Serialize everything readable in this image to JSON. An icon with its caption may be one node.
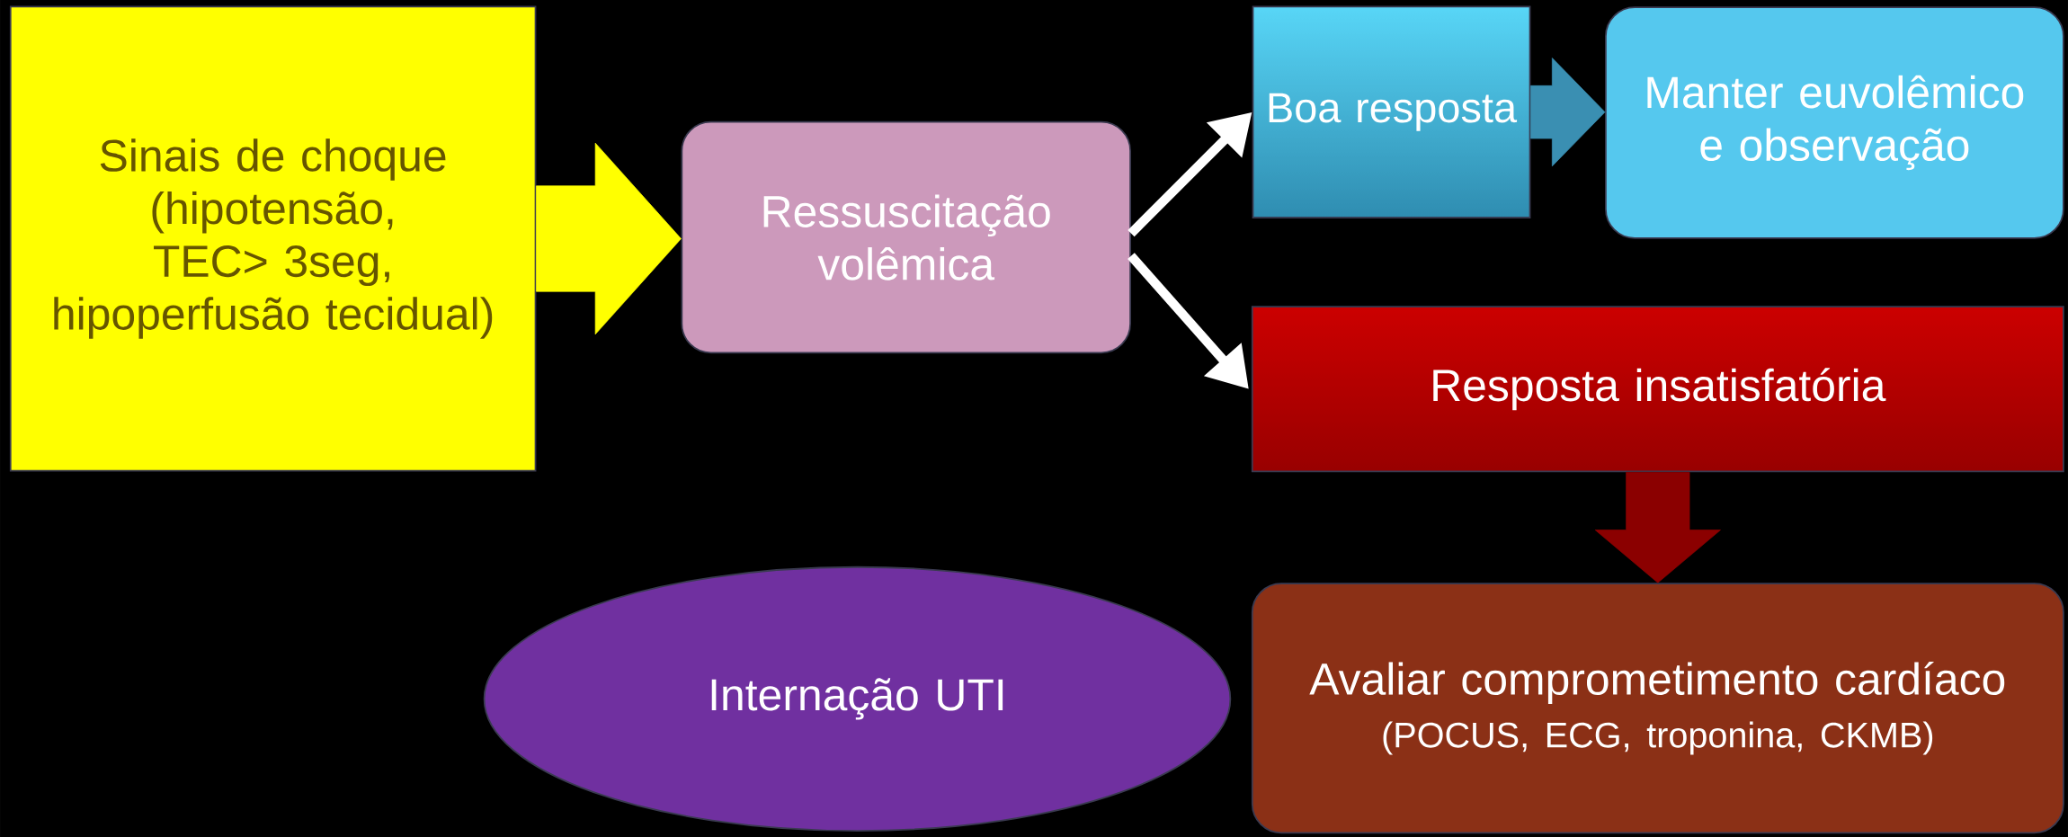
{
  "diagram": {
    "nodes": [
      {
        "text": [
          "Sinais de choque (hipotensão, TEC> 3seg, hipoperfusão tecidual)"
        ]
      },
      {
        "text": [
          "Ressuscitação volêmica"
        ]
      },
      {
        "text": [
          "Boa resposta"
        ]
      },
      {
        "text": [
          "Manter euvolêmico e observação"
        ]
      },
      {
        "text": [
          "Resposta insatisfatória"
        ]
      },
      {
        "text": [
          "Avaliar comprometimento cardíaco",
          "(POCUS, ECG, troponina, CKMB)"
        ]
      },
      {
        "text": [
          "Internação UTI"
        ]
      }
    ],
    "edges": [
      {
        "from": 0,
        "to": 1,
        "arrow": "to",
        "style": "thick",
        "color": "#ffff00"
      },
      {
        "from": 1,
        "to": 2,
        "arrow": "to"
      },
      {
        "from": 1,
        "to": 4,
        "arrow": "to"
      },
      {
        "from": 2,
        "to": 3,
        "arrow": "to",
        "style": "thick",
        "color": "#3a8fb2"
      },
      {
        "from": 4,
        "to": 5,
        "arrow": "to",
        "style": "thick",
        "color": "#8b0000"
      }
    ]
  }
}
